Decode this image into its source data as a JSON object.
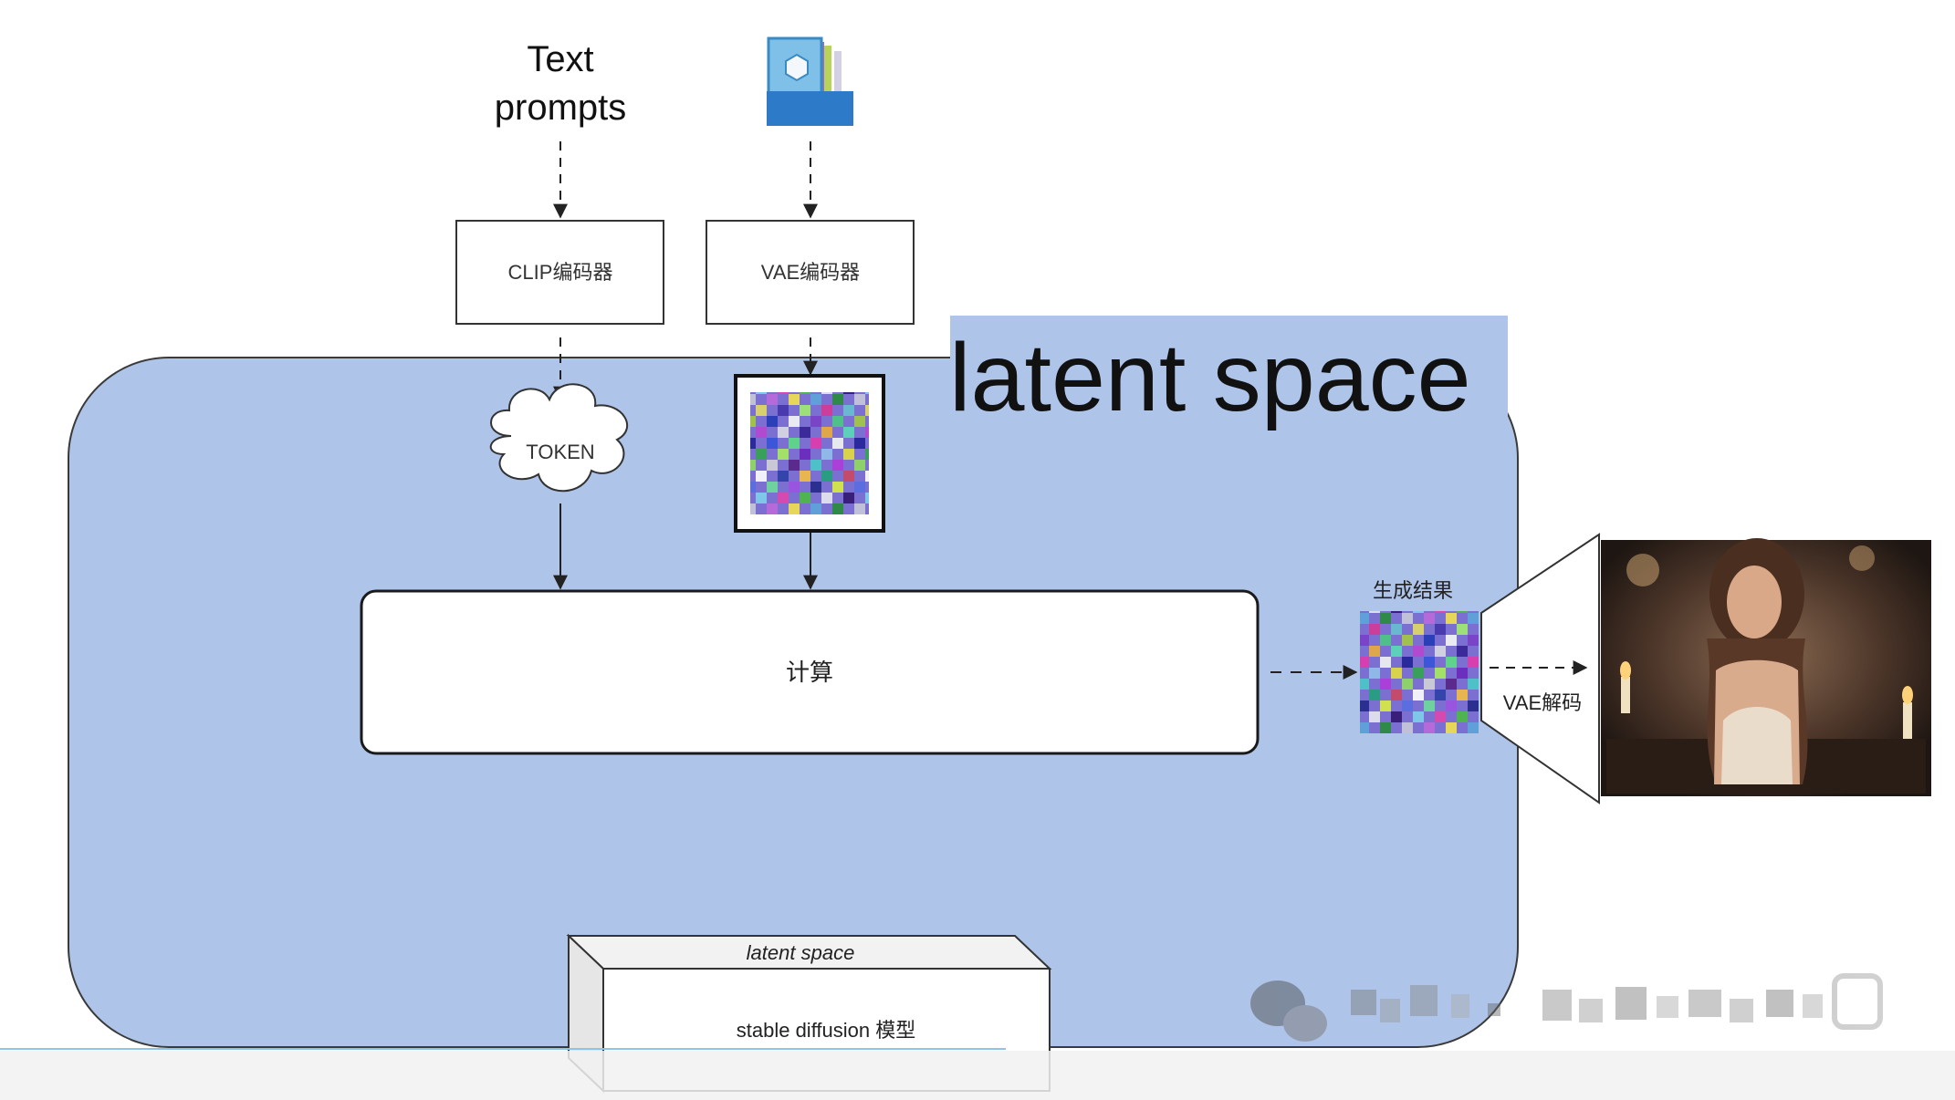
{
  "diagram": {
    "text_prompts": "Text\nprompts",
    "text_prompts_line1": "Text",
    "text_prompts_line2": "prompts",
    "clip_encoder": "CLIP编码器",
    "vae_encoder": "VAE编码器",
    "token": "TOKEN",
    "compute": "计算",
    "generated_result": "生成结果",
    "vae_decode": "VAE解码",
    "latent_space_title": "latent space",
    "model_box_top": "latent space",
    "model_box_front": "stable diffusion 模型"
  },
  "colors": {
    "latent_region": "#aec4e8",
    "title_highlight": "#aec4e8",
    "box_border": "#333333",
    "photo_bg": "#3a2a22"
  },
  "icons": {
    "image_input": "image-file-icon",
    "watermark": "wechat-icon"
  }
}
